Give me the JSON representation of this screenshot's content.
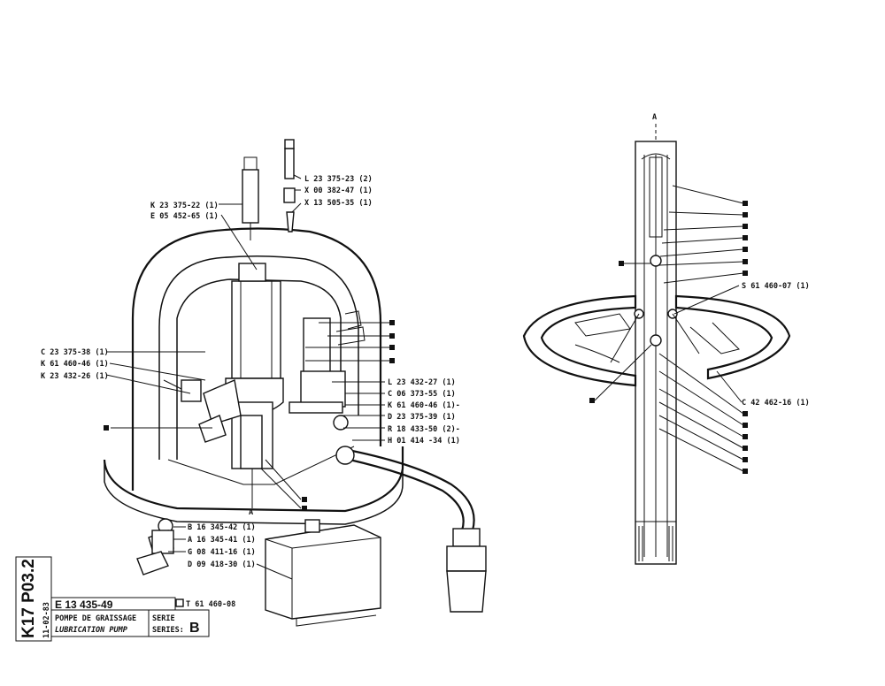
{
  "drawing": {
    "sheet_code": "K17 P03.2",
    "date": "11-02-83",
    "doc_number": "E 13 435-49",
    "title_fr": "POMPE DE GRAISSAGE",
    "title_en": "LUBRICATION PUMP",
    "serie_label": "SERIE",
    "series_label": "SERIES:",
    "series_value": "B",
    "kit_ref": "T 61 460-08"
  },
  "left_callouts": {
    "top_right": [
      "L 23 375-23 (2)",
      "X 00 382-47 (1)",
      "X 13 505-35 (1)"
    ],
    "top_left": [
      "K 23 375-22 (1)",
      "E 05 452-65 (1)"
    ],
    "mid_left": [
      "C 23 375-38 (1)",
      "K 61 460-46 (1)",
      "K 23 432-26 (1)"
    ],
    "mid_right": [
      "L 23 432-27 (1)",
      "C 06 373-55 (1)",
      "K 61 460-46 (1)-",
      "D 23 375-39 (1)",
      "R 18 433-50 (2)-",
      "H 01 414 -34 (1)"
    ],
    "bottom": [
      "B 16 345-42 (1)",
      "A 16 345-41 (1)",
      "G 08 411-16 (1)",
      "D 09 418-30 (1)"
    ],
    "section_mark": "A"
  },
  "right_callouts": {
    "section_mark": "A",
    "refs": [
      "S 61 460-07 (1)",
      "C 42 462-16 (1)"
    ]
  }
}
